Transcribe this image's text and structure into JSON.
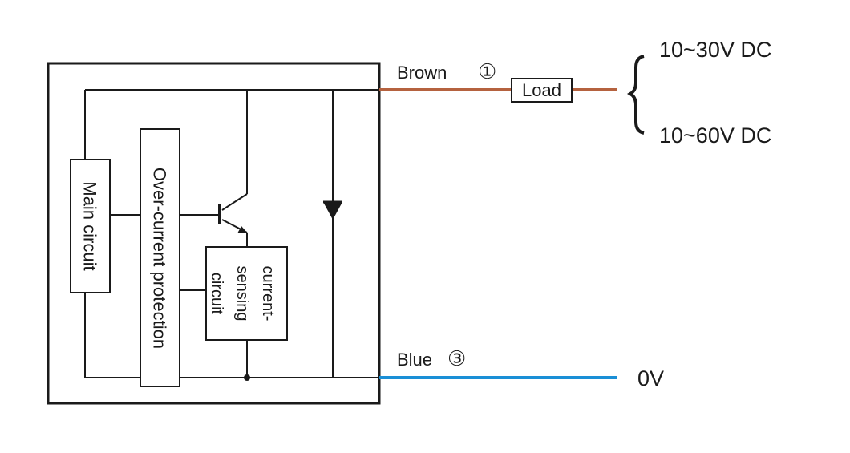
{
  "wires": {
    "brown": {
      "label": "Brown",
      "pin": "①",
      "color": "#b5623f"
    },
    "blue": {
      "label": "Blue",
      "pin": "③",
      "color": "#1a8fd6"
    }
  },
  "load": {
    "label": "Load"
  },
  "supply": {
    "upper": "10~30V DC",
    "lower": "10~60V DC"
  },
  "ground": {
    "label": "0V"
  },
  "blocks": {
    "main_circuit": "Main circuit",
    "over_current": "Over-current protection",
    "sensing_line1": "current-",
    "sensing_line2": "sensing",
    "sensing_line3": "circuit"
  }
}
